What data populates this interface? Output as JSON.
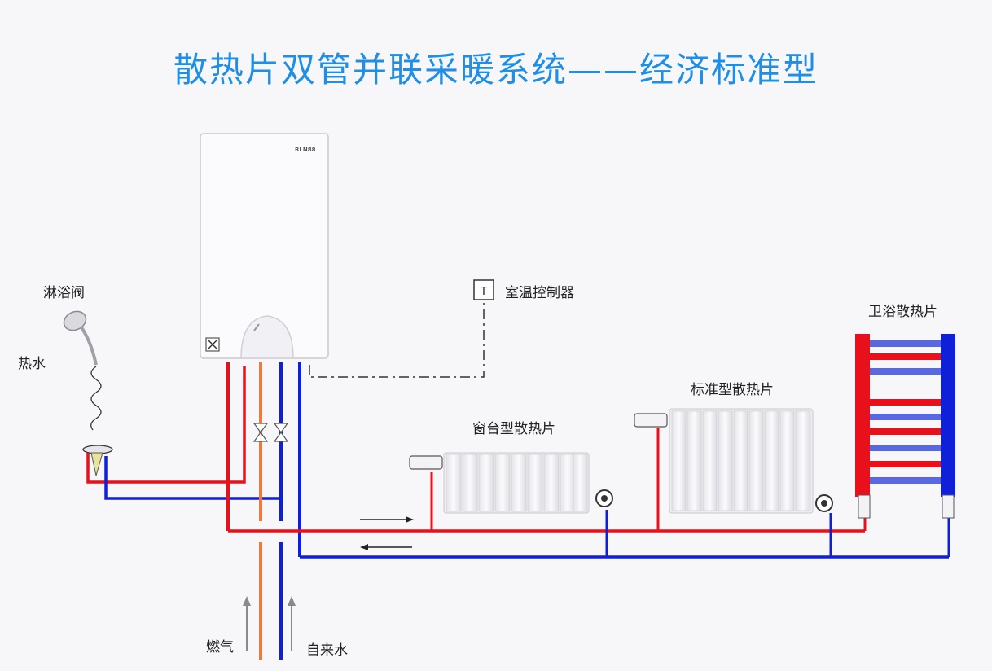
{
  "title": "散热片双管并联采暖系统——经济标准型",
  "boiler": {
    "brand": "RLN88"
  },
  "labels": {
    "shower": "淋浴阀",
    "hot_water": "热水",
    "thermostat": "室温控制器",
    "thermostat_symbol": "T",
    "window_radiator": "窗台型散热片",
    "standard_radiator": "标准型散热片",
    "towel_radiator": "卫浴散热片",
    "gas": "燃气",
    "tap_water": "自来水"
  },
  "colors": {
    "hot_pipe": "#e8101a",
    "cold_pipe": "#1020d8",
    "gas_pipe": "#f07a3a",
    "title": "#1e8ee6"
  }
}
